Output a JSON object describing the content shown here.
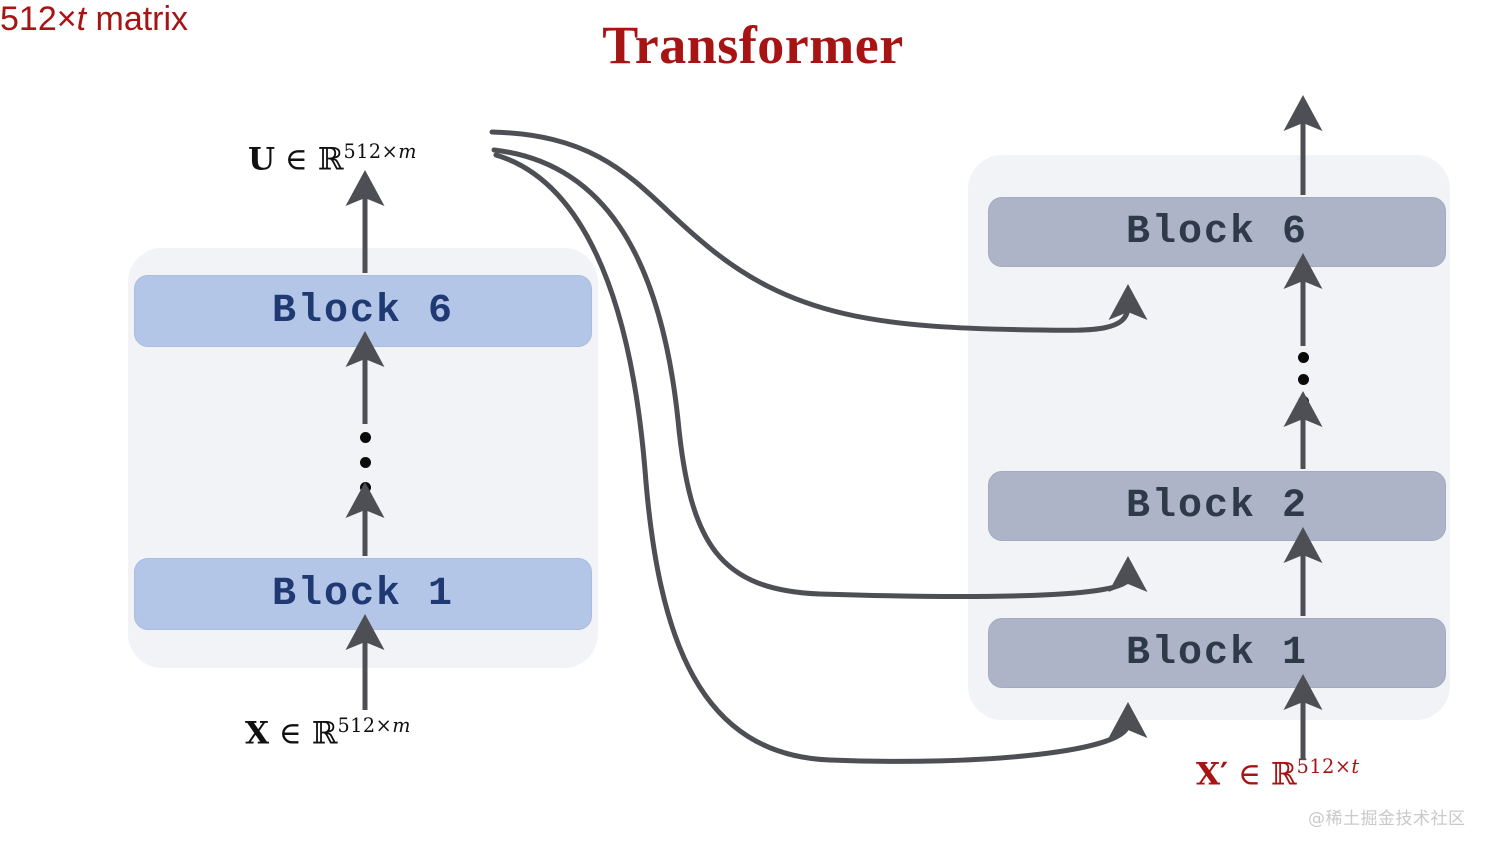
{
  "title": "Transformer",
  "encoder": {
    "name": "encoder-stack",
    "blocks": [
      {
        "label": "Block 6",
        "id": "enc-block-6"
      },
      {
        "label": "Block 1",
        "id": "enc-block-1"
      }
    ],
    "ellipsis": "⋮",
    "input_label": {
      "symbol": "X",
      "relation": "∈",
      "set": "ℝ",
      "exponent_rows": "512×",
      "exponent_cols": "m"
    },
    "output_label": {
      "symbol": "U",
      "relation": "∈",
      "set": "ℝ",
      "exponent_rows": "512×",
      "exponent_cols": "m"
    }
  },
  "decoder": {
    "name": "decoder-stack",
    "blocks": [
      {
        "label": "Block 6",
        "id": "dec-block-6"
      },
      {
        "label": "Block 2",
        "id": "dec-block-2"
      },
      {
        "label": "Block 1",
        "id": "dec-block-1"
      }
    ],
    "ellipsis": "⋮",
    "input_label": {
      "symbol": "X′",
      "relation": "∈",
      "set": "ℝ",
      "exponent_rows": "512×",
      "exponent_cols": "t"
    },
    "output_label": {
      "prefix": "512×",
      "italic": "t",
      "suffix": " matrix"
    }
  },
  "connectors": {
    "description": "Three curved arrows from U carrying encoder memory into each decoder block",
    "count": 3,
    "color": "#4d4f54"
  },
  "watermark": "@稀土掘金技术社区",
  "colors": {
    "title": "#a81414",
    "encoder_block_fill": "#b4c6e7",
    "encoder_block_text": "#1f3a73",
    "decoder_block_fill": "#adb4c8",
    "decoder_block_text": "#2f3a49",
    "stack_background": "#f1f3f7",
    "arrow": "#4d4f54",
    "math_black": "#111111",
    "math_red": "#a81414",
    "watermark": "#c9c9c9"
  }
}
